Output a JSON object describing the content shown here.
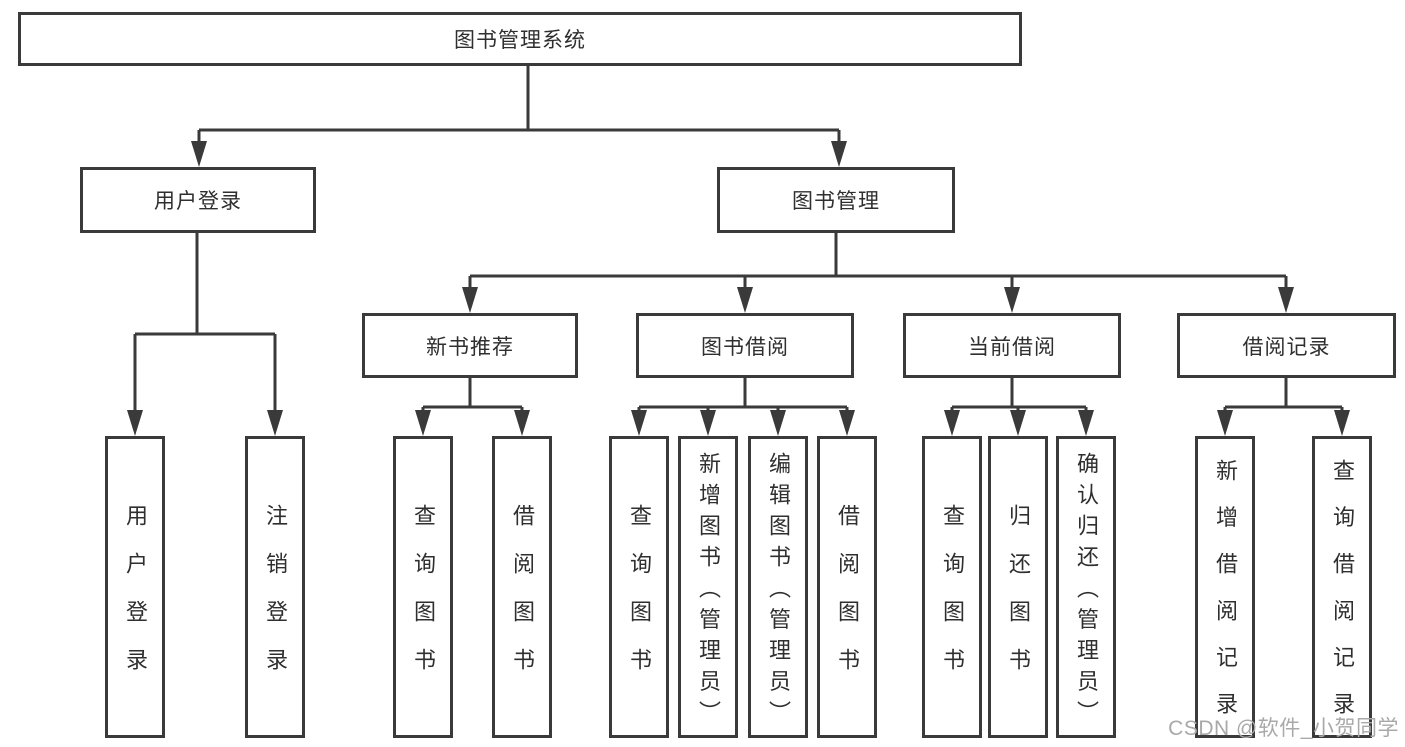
{
  "tree": {
    "root": {
      "label": "图书管理系统"
    },
    "branches": [
      {
        "label": "用户登录",
        "children": [
          {
            "label": "用户登录"
          },
          {
            "label": "注销登录"
          }
        ]
      },
      {
        "label": "图书管理",
        "children": [
          {
            "label": "新书推荐",
            "children": [
              {
                "label": "查询图书"
              },
              {
                "label": "借阅图书"
              }
            ]
          },
          {
            "label": "图书借阅",
            "children": [
              {
                "label": "查询图书"
              },
              {
                "label": "新增图书（管理员）"
              },
              {
                "label": "编辑图书（管理员）"
              },
              {
                "label": "借阅图书"
              }
            ]
          },
          {
            "label": "当前借阅",
            "children": [
              {
                "label": "查询图书"
              },
              {
                "label": "归还图书"
              },
              {
                "label": "确认归还（管理员）"
              }
            ]
          },
          {
            "label": "借阅记录",
            "children": [
              {
                "label": "新增借阅记录"
              },
              {
                "label": "查询借阅记录"
              }
            ]
          }
        ]
      }
    ]
  },
  "watermark": {
    "text": "CSDN @软件_小贺同学"
  },
  "colors": {
    "line": "#3a3a3a",
    "text": "#2f2f2f",
    "watermark": "#a9a9a9",
    "background": "#ffffff"
  }
}
